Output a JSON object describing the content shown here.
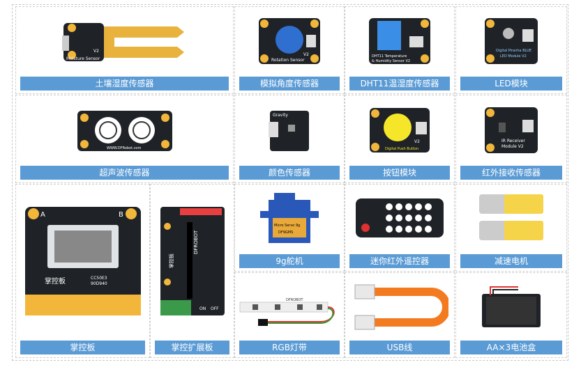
{
  "colors": {
    "label_bg": "#5b9bd5",
    "label_text": "#ffffff",
    "board_dark": "#1f2328",
    "pad_gold": "#f2b73a",
    "servo_blue": "#2a58b8",
    "orange_usb": "#f47a20",
    "motor_yellow": "#f5d44a"
  },
  "modules": [
    {
      "label": "土壤湿度传感器",
      "icon": "moisture-sensor",
      "text1": "V2",
      "text2": "Moisture Sensor"
    },
    {
      "label": "模拟角度传感器",
      "icon": "rotation-sensor",
      "text1": "V2",
      "text2": "Rotation Sensor"
    },
    {
      "label": "DHT11温湿度传感器",
      "icon": "dht11-sensor",
      "text1": "DHT11 Temperature",
      "text2": "& Humidity Sensor V2"
    },
    {
      "label": "LED模块",
      "icon": "led-module",
      "text1": "Digital Piranha BLUE",
      "text2": "LED Module V2"
    },
    {
      "label": "超声波传感器",
      "icon": "ultrasonic-sensor",
      "text1": "WWW.DFRobot.com"
    },
    {
      "label": "颜色传感器",
      "icon": "color-sensor",
      "text1": "Gravity"
    },
    {
      "label": "按钮模块",
      "icon": "push-button",
      "text1": "V2",
      "text2": "Digital Push Button"
    },
    {
      "label": "红外接收传感器",
      "icon": "ir-receiver",
      "text1": "IR Receiver",
      "text2": "Module V2"
    },
    {
      "label": "掌控板",
      "icon": "mpython-board",
      "text1": "A",
      "text2": "B",
      "text3": "掌控板",
      "text4": "CC50E3",
      "text5": "90D940"
    },
    {
      "label": "掌控扩展板",
      "icon": "expansion-board",
      "text1": "DFROBOT",
      "text2": "掌控板",
      "text3": "ON",
      "text4": "OFF"
    },
    {
      "label": "9g舵机",
      "icon": "servo",
      "text1": "Micro Servo 9g",
      "text2": "DF9GMS"
    },
    {
      "label": "迷你红外遥控器",
      "icon": "ir-remote"
    },
    {
      "label": "减速电机",
      "icon": "gear-motor"
    },
    {
      "label": "RGB灯带",
      "icon": "rgb-strip",
      "text1": "DFROBOT"
    },
    {
      "label": "USB线",
      "icon": "usb-cable"
    },
    {
      "label": "AA×3电池盒",
      "icon": "battery-box"
    }
  ]
}
